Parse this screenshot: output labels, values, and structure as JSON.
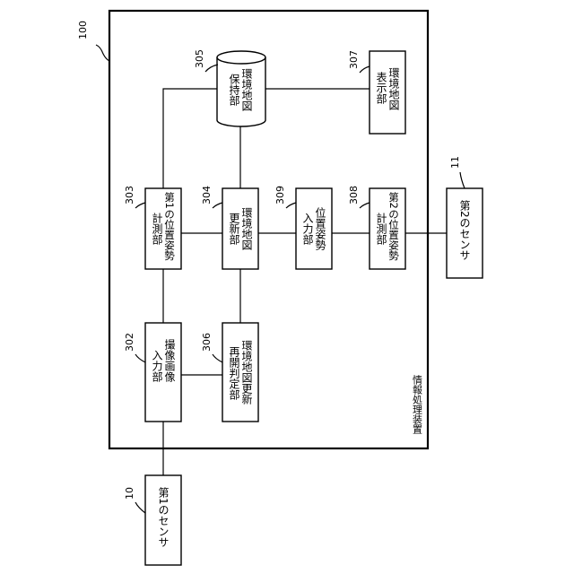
{
  "labels": {
    "system_number": "100",
    "system_caption": "情報処理装置",
    "sensor1": {
      "number": "10",
      "line1": "第1のセンサ"
    },
    "sensor2": {
      "number": "11",
      "line1": "第2のセンサ"
    },
    "u302": {
      "number": "302",
      "line1": "撮像画像",
      "line2": "入力部"
    },
    "u303": {
      "number": "303",
      "line1": "第1の位置姿勢",
      "line2": "計測部"
    },
    "u304": {
      "number": "304",
      "line1": "環境地図",
      "line2": "更新部"
    },
    "u305": {
      "number": "305",
      "line1": "環境地図",
      "line2": "保持部"
    },
    "u306": {
      "number": "306",
      "line1": "環境地図更新",
      "line2": "再開判定部"
    },
    "u307": {
      "number": "307",
      "line1": "環境地図",
      "line2": "表示部"
    },
    "u308": {
      "number": "308",
      "line1": "第2の位置姿勢",
      "line2": "計測部"
    },
    "u309": {
      "number": "309",
      "line1": "位置姿勢",
      "line2": "入力部"
    }
  }
}
